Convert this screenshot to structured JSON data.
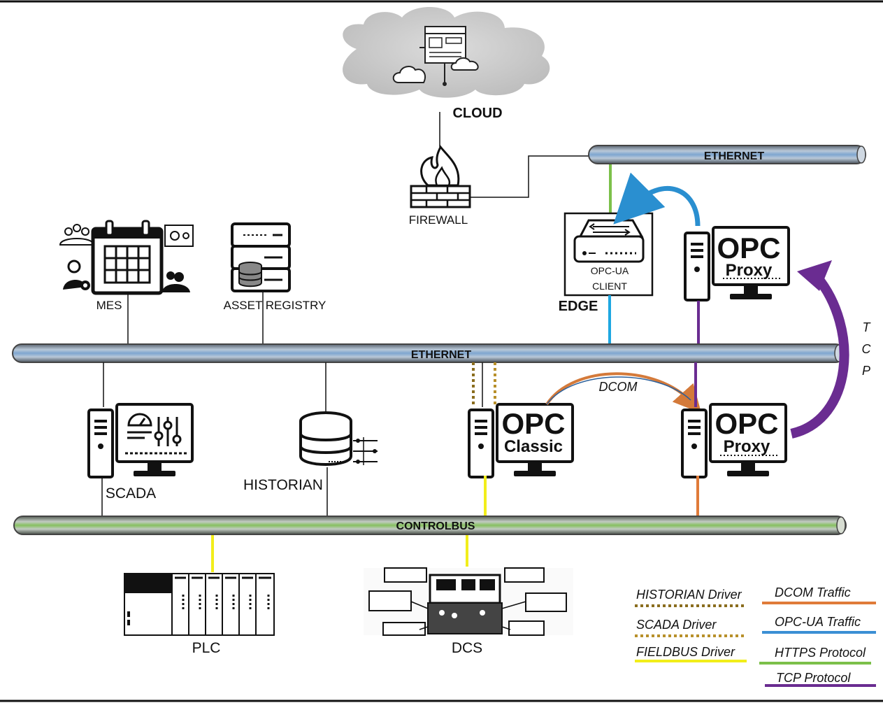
{
  "labels": {
    "cloud": "CLOUD",
    "firewall": "FIREWALL",
    "ethernet_top": "ETHERNET",
    "ethernet_main": "ETHERNET",
    "controlbus": "CONTROLBUS",
    "mes": "MES",
    "asset_registry": "ASSET REGISTRY",
    "edge": "EDGE",
    "opcua_line1": "OPC-UA",
    "opcua_line2": "CLIENT",
    "scada": "SCADA",
    "historian": "HISTORIAN",
    "plc": "PLC",
    "dcs": "DCS",
    "dcom": "DCOM",
    "tcp_t": "T",
    "tcp_c": "C",
    "tcp_p": "P"
  },
  "opc_boxes": {
    "proxy_top": {
      "title": "OPC",
      "subtitle": "Proxy"
    },
    "classic": {
      "title": "OPC",
      "subtitle": "Classic"
    },
    "proxy_bottom": {
      "title": "OPC",
      "subtitle": "Proxy"
    }
  },
  "legend": {
    "left": [
      {
        "label": "HISTORIAN Driver",
        "color": "#8a6d1e",
        "style": "dotted"
      },
      {
        "label": "SCADA Driver",
        "color": "#b8902a",
        "style": "dotted"
      },
      {
        "label": "FIELDBUS Driver",
        "color": "#f2ee1b",
        "style": "solid"
      }
    ],
    "right": [
      {
        "label": "DCOM Traffic",
        "color": "#e07b39",
        "style": "solid"
      },
      {
        "label": "OPC-UA Traffic",
        "color": "#3b8fd4",
        "style": "solid"
      },
      {
        "label": "HTTPS Protocol",
        "color": "#7cc04a",
        "style": "solid"
      },
      {
        "label": "TCP Protocol",
        "color": "#6a2c91",
        "style": "solid"
      }
    ]
  },
  "colors": {
    "opcua": "#1ea7e1",
    "https": "#7cc04a",
    "tcp": "#6a2c91",
    "dcom": "#e07b39",
    "fieldbus": "#f2ee1b",
    "driver": "#a8821f",
    "pipe_dark": "#444",
    "pipe_blue": "#8fb3d6",
    "pipe_green": "#8dc66b"
  }
}
